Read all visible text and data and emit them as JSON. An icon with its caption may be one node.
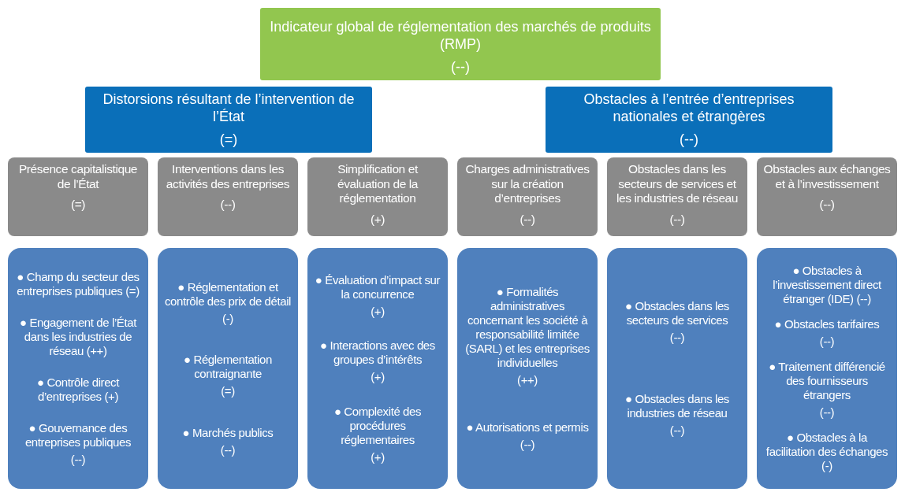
{
  "diagram": {
    "nodes": [
      {
        "text": [
          "Indicateur global de réglementation des marchés de produits (RMP)",
          "(--)"
        ]
      },
      {
        "text": [
          "Distorsions résultant de l’intervention de l’État",
          "(=)"
        ]
      },
      {
        "text": [
          "Obstacles à l’entrée d’entreprises nationales et étrangères",
          "(--)"
        ]
      },
      {
        "text": [
          "Présence capitalistique de l’État",
          "(=)"
        ]
      },
      {
        "text": [
          "Interventions dans les activités des entreprises",
          "(--)"
        ]
      },
      {
        "text": [
          "Simplification et évaluation de la réglementation",
          "(+)"
        ]
      },
      {
        "text": [
          "Charges administratives sur la création d’entreprises",
          "(--)"
        ]
      },
      {
        "text": [
          "Obstacles dans les secteurs de services et les industries de réseau",
          "(--)"
        ]
      },
      {
        "text": [
          "Obstacles aux échanges et à l’investissement",
          "(--)"
        ]
      },
      {
        "text": [
          "● Champ du secteur des entreprises publiques (=)",
          "● Engagement de l’État dans les industries de réseau (++)",
          "● Contrôle direct d’entreprises (+)",
          "● Gouvernance des entreprises publiques",
          "(--)"
        ]
      },
      {
        "text": [
          "● Réglementation et contrôle des prix de détail",
          "(-)",
          "● Réglementation contraignante",
          "(=)",
          "● Marchés publics",
          "(--)"
        ]
      },
      {
        "text": [
          "● Évaluation d’impact sur la concurrence",
          "(+)",
          "● Interactions avec des groupes d’intérêts",
          "(+)",
          "● Complexité des procédures réglementaires",
          "(+)"
        ]
      },
      {
        "text": [
          "● Formalités administratives concernant les société à responsabilité limitée (SARL) et les entreprises individuelles",
          "(++)",
          "● Autorisations et permis",
          "(--)"
        ]
      },
      {
        "text": [
          "● Obstacles dans les secteurs de services",
          "(--)",
          "● Obstacles dans les industries de réseau",
          "(--)"
        ]
      },
      {
        "text": [
          "● Obstacles à l’investissement direct étranger (IDE) (--)",
          "● Obstacles tarifaires",
          "(--)",
          "● Traitement différencié des fournisseurs étrangers",
          "(--)",
          "● Obstacles à la facilitation des échanges (-)"
        ]
      }
    ]
  }
}
